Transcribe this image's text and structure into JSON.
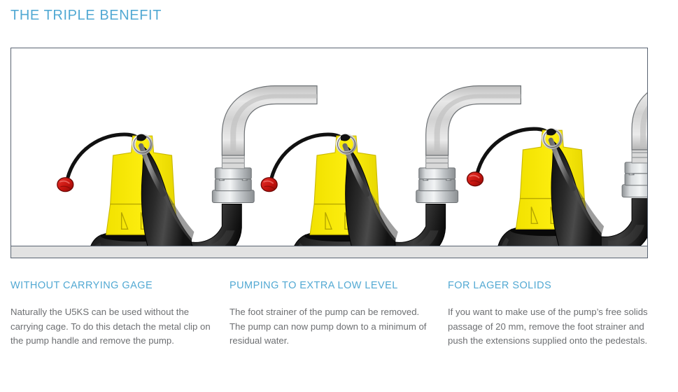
{
  "page": {
    "title": "THE TRIPLE BENEFIT",
    "title_color": "#52a9d3",
    "background_color": "#ffffff"
  },
  "illustration": {
    "panel_border_color": "#5a6472",
    "floor_color": "#e2e2e2",
    "pumps": [
      {
        "name": "pump-with-foot-strainer-cage",
        "body_color": "#f5e600",
        "base_color": "#1d1d1d",
        "hose_color": "#d6d6d6",
        "coupling_color": "#b9bcbe",
        "plug_color": "#cc1414",
        "cable_color": "#111111",
        "foot": "ribbed-strainer-cage"
      },
      {
        "name": "pump-without-foot-strainer",
        "body_color": "#f5e600",
        "base_color": "#1d1d1d",
        "hose_color": "#d6d6d6",
        "coupling_color": "#b9bcbe",
        "plug_color": "#cc1414",
        "cable_color": "#111111",
        "foot": "short-pedestals"
      },
      {
        "name": "pump-with-pedestal-extensions",
        "body_color": "#f5e600",
        "base_color": "#1d1d1d",
        "hose_color": "#d6d6d6",
        "coupling_color": "#b9bcbe",
        "plug_color": "#cc1414",
        "cable_color": "#111111",
        "foot": "long-pedestal-extensions"
      }
    ]
  },
  "captions": [
    {
      "heading": "WITHOUT CARRYING GAGE",
      "body": "Naturally the U5KS can be used without the carrying cage. To do this detach the metal clip on the pump handle and remove the pump."
    },
    {
      "heading": "PUMPING TO EXTRA LOW LEVEL",
      "body": "The foot strainer of the pump can be removed. The pump can now pump down to a minimum of residual water."
    },
    {
      "heading": "FOR LAGER SOLIDS",
      "body": "If you want to make use of the pump’s free solids passage of 20 mm, remove the foot strainer and push the extensions supplied onto the pedestals."
    }
  ]
}
